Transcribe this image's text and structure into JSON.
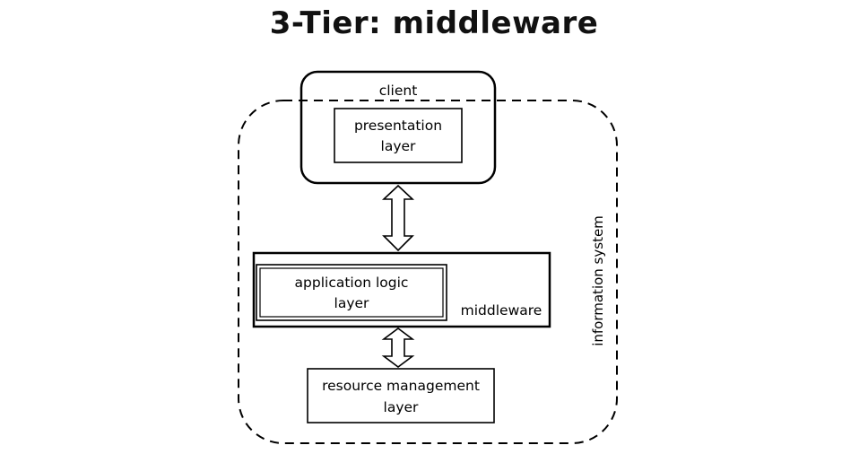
{
  "slide": {
    "title": "3-Tier:  middleware"
  },
  "diagram": {
    "client_label": "client",
    "presentation_line1": "presentation",
    "presentation_line2": "layer",
    "application_line1": "application logic",
    "application_line2": "layer",
    "middleware_label": "middleware",
    "resource_line1": "resource management",
    "resource_line2": "layer",
    "information_system_label": "information system"
  }
}
